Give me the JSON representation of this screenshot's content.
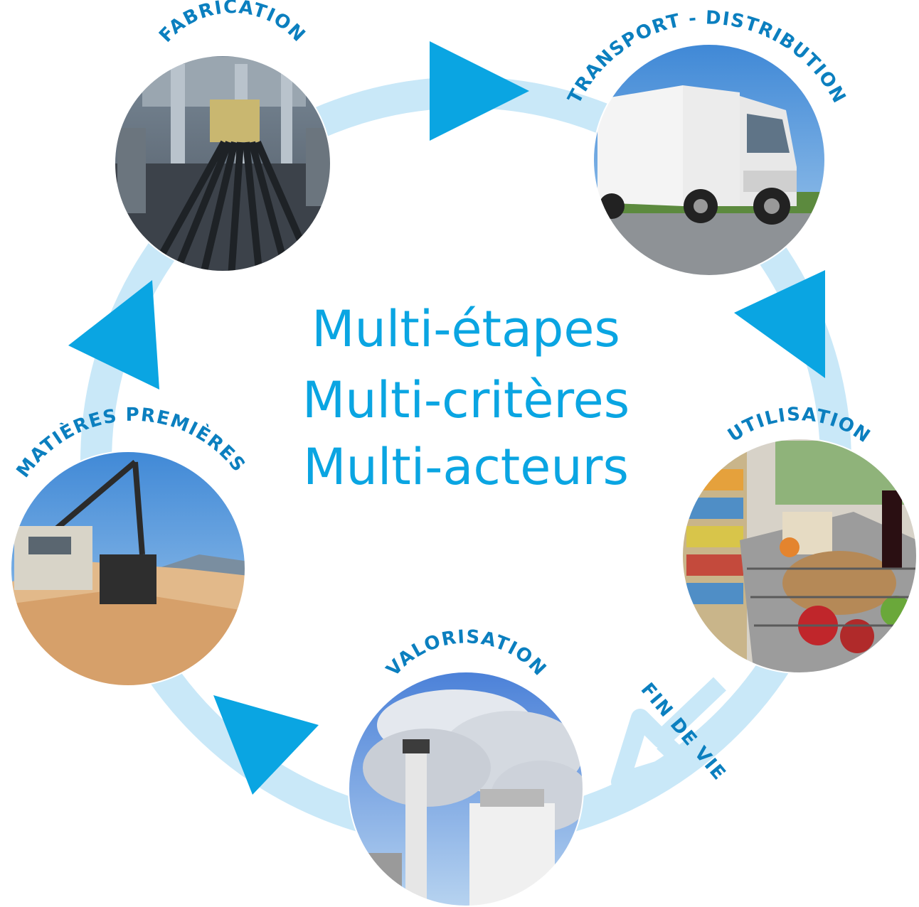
{
  "center": {
    "line1": "Multi-étapes",
    "line2": "Multi-critères",
    "line3": "Multi-acteurs"
  },
  "stages": {
    "fabrication": {
      "label": "FABRICATION",
      "photo": "factory-steel-beams"
    },
    "transport": {
      "label": "TRANSPORT - DISTRIBUTION",
      "photo": "white-truck"
    },
    "utilisation": {
      "label": "UTILISATION",
      "photo": "shopping-cart"
    },
    "valorisation": {
      "label": "VALORISATION",
      "photo": "smokestack"
    },
    "matieres": {
      "label": "MATIÈRES PREMIÈRES",
      "photo": "mining-excavator"
    }
  },
  "fin_de_vie": {
    "label": "FIN DE VIE"
  },
  "colors": {
    "ring": "#c9e8f8",
    "arrow": "#0aa5e2",
    "label": "#0b7fbf",
    "title": "#0aa5e2"
  }
}
